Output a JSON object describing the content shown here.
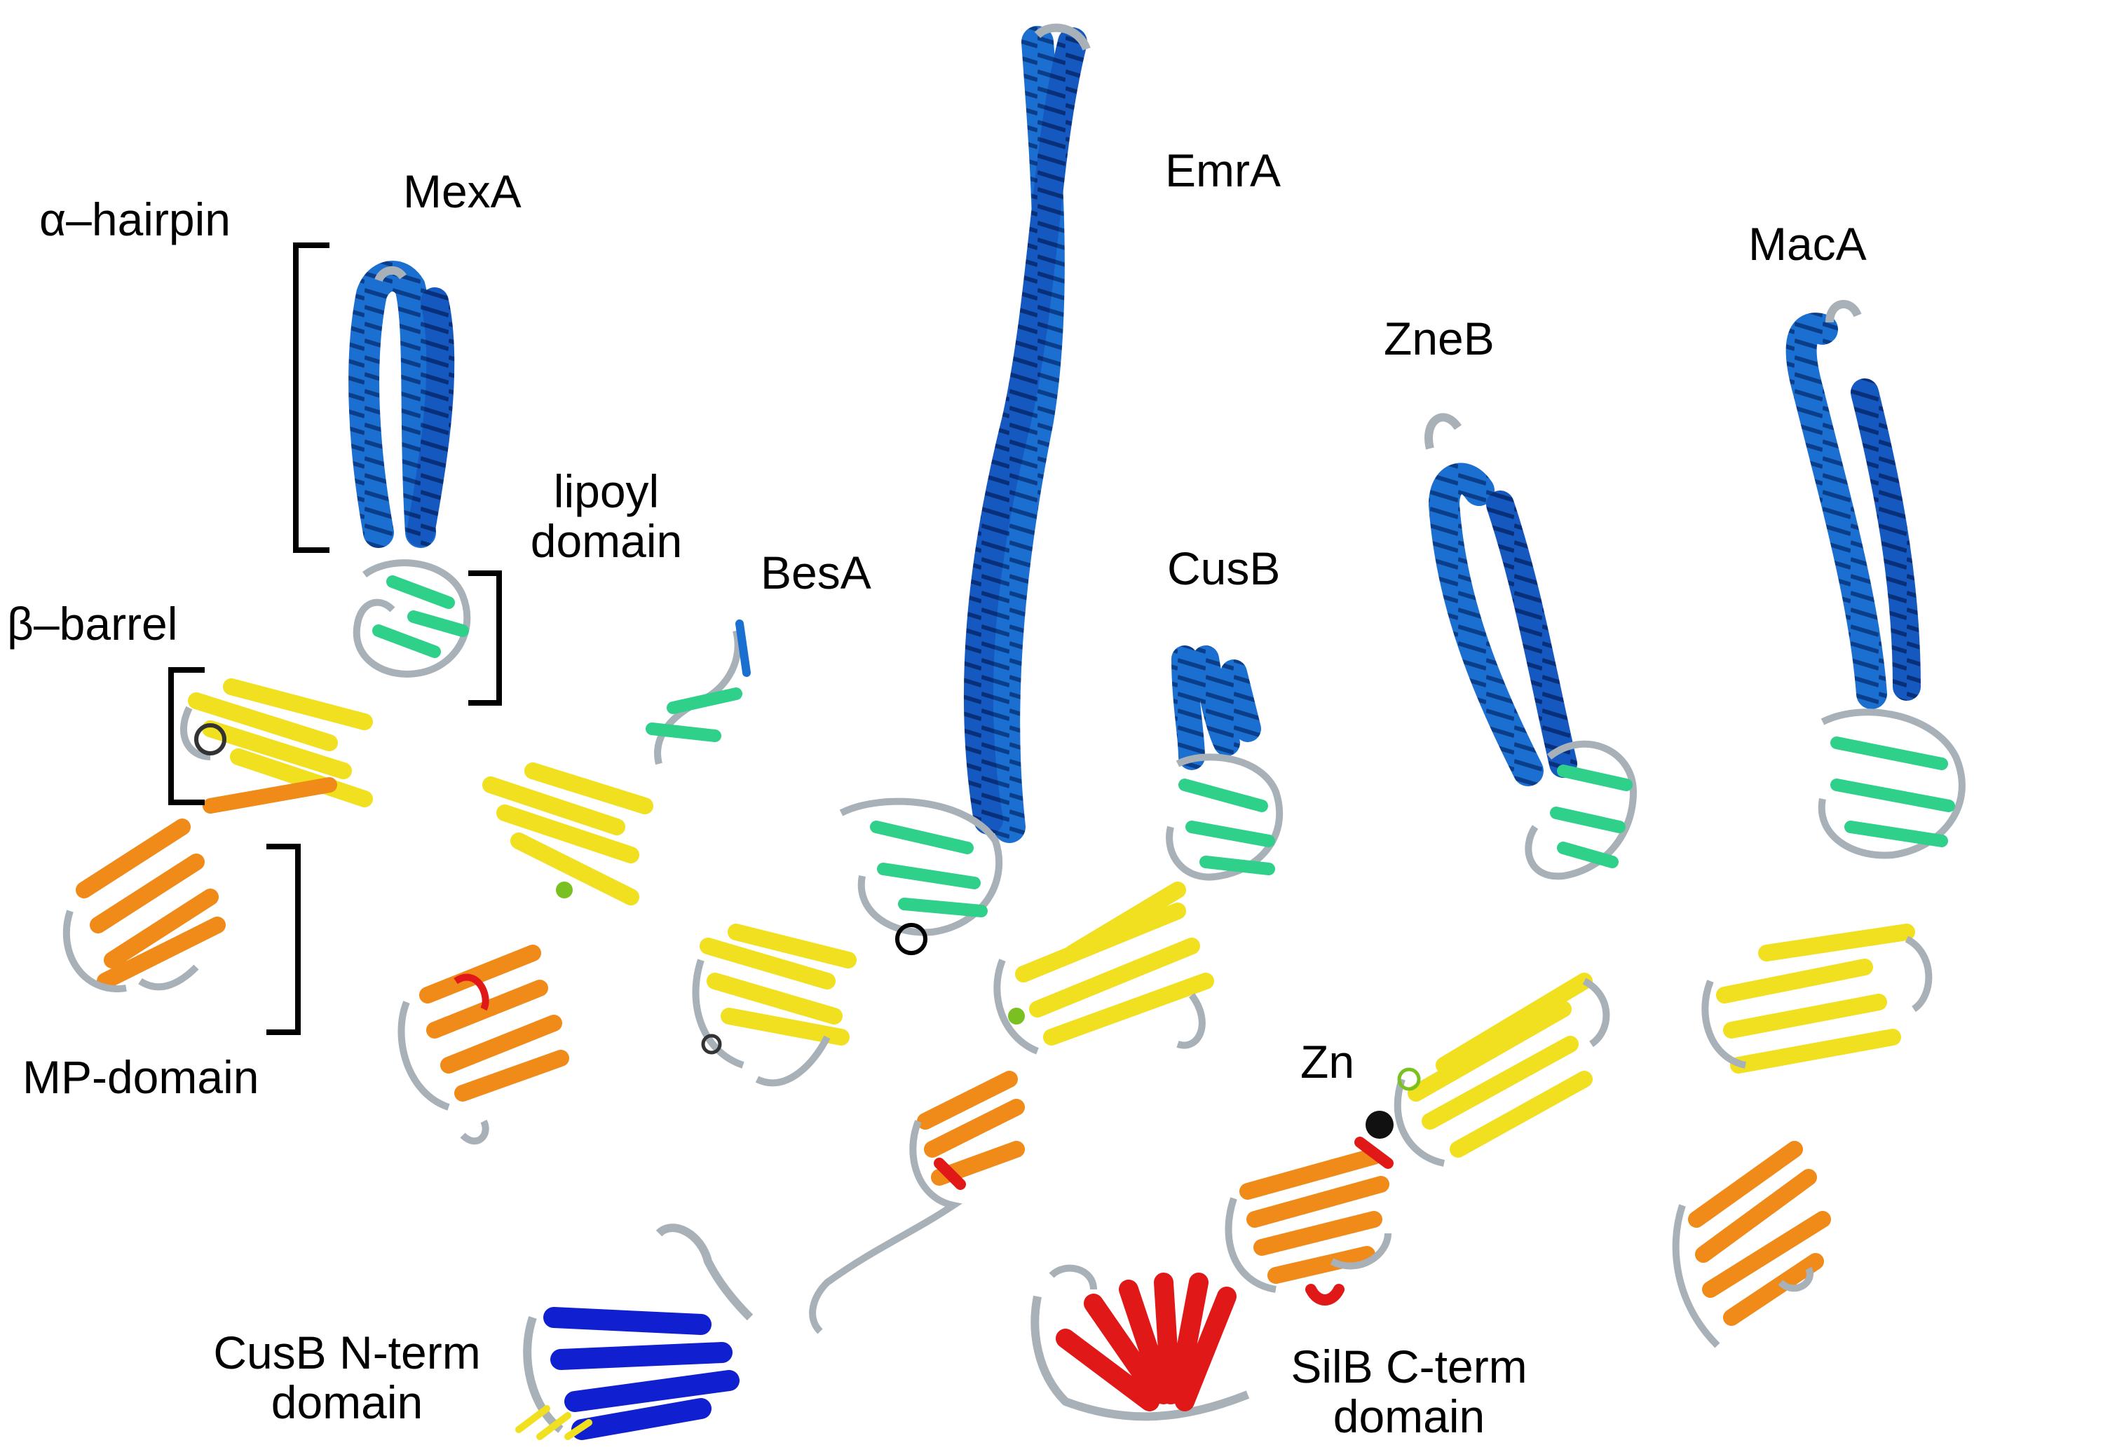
{
  "figure": {
    "structures": [
      {
        "id": "mexa",
        "label": "MexA"
      },
      {
        "id": "emra",
        "label": "EmrA"
      },
      {
        "id": "maca",
        "label": "MacA"
      },
      {
        "id": "zneb",
        "label": "ZneB"
      },
      {
        "id": "besa",
        "label": "BesA"
      },
      {
        "id": "cusb",
        "label": "CusB"
      }
    ],
    "domain_labels": {
      "alpha_hairpin": "α–hairpin",
      "lipoyl_line1": "lipoyl",
      "lipoyl_line2": "domain",
      "beta_barrel": "β–barrel",
      "mp_domain": "MP-domain"
    },
    "extra_labels": {
      "zn": "Zn",
      "cusb_nterm_line1": "CusB N-term",
      "cusb_nterm_line2": "domain",
      "silb_cterm_line1": "SilB C-term",
      "silb_cterm_line2": "domain"
    },
    "colors": {
      "helix_blue": "#1a6fd0",
      "lipoyl_green": "#2ed08a",
      "barrel_yellow": "#f0e020",
      "mp_orange": "#f08a18",
      "terminal_red": "#e01818",
      "nterm_blue": "#1020d0",
      "loop_gray": "#a8b0b8"
    }
  }
}
